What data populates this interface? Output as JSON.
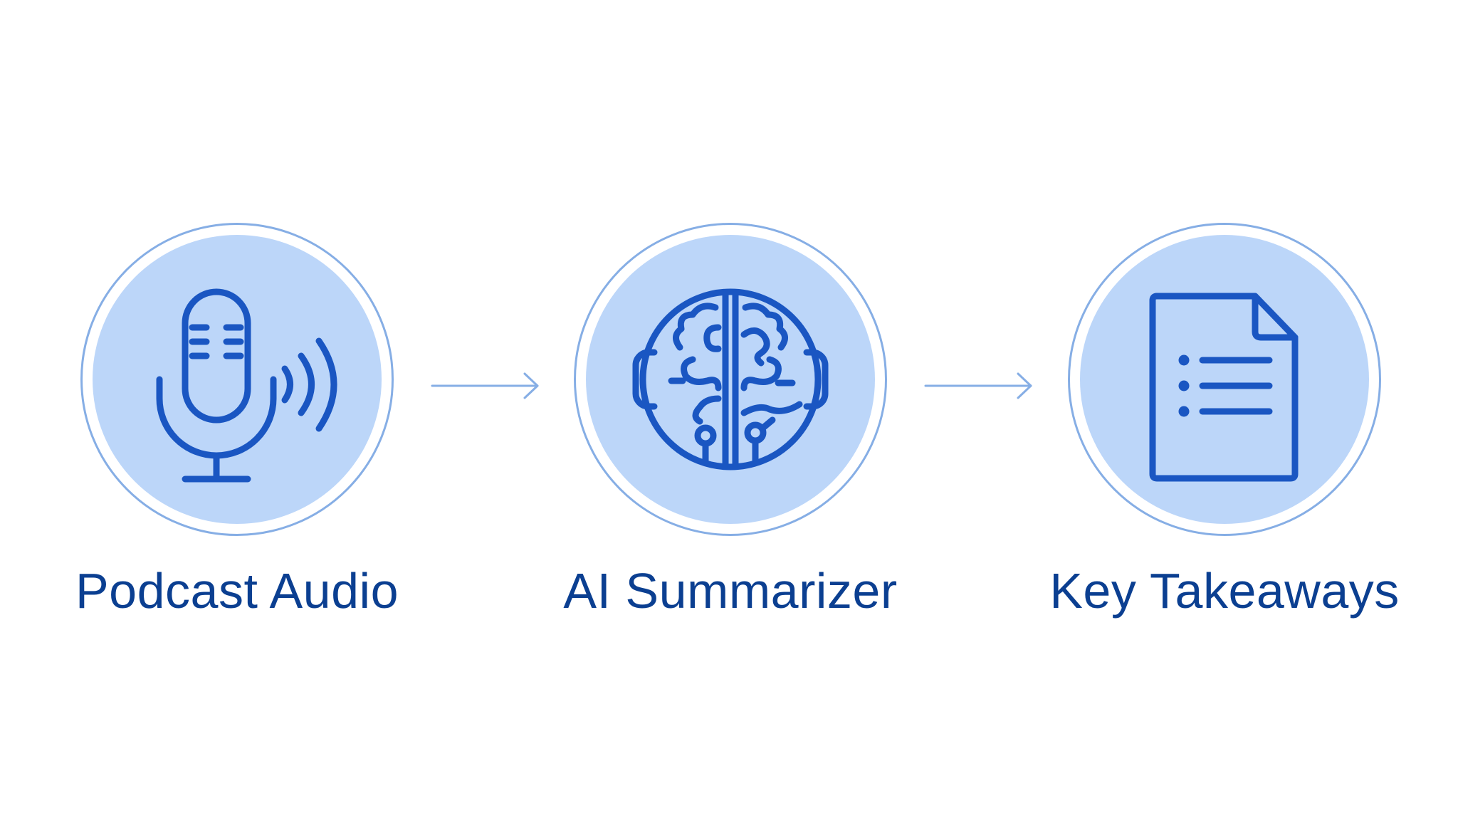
{
  "steps": [
    {
      "label": "Podcast Audio",
      "icon": "microphone-sound-waves-icon"
    },
    {
      "label": "AI Summarizer",
      "icon": "brain-circuit-icon"
    },
    {
      "label": "Key Takeaways",
      "icon": "document-list-icon"
    }
  ],
  "colors": {
    "icon_stroke": "#1a56c2",
    "circle_fill": "#bcd6f9",
    "circle_ring": "#86aee5",
    "label_text": "#0b3f91",
    "arrow": "#86aee5"
  }
}
